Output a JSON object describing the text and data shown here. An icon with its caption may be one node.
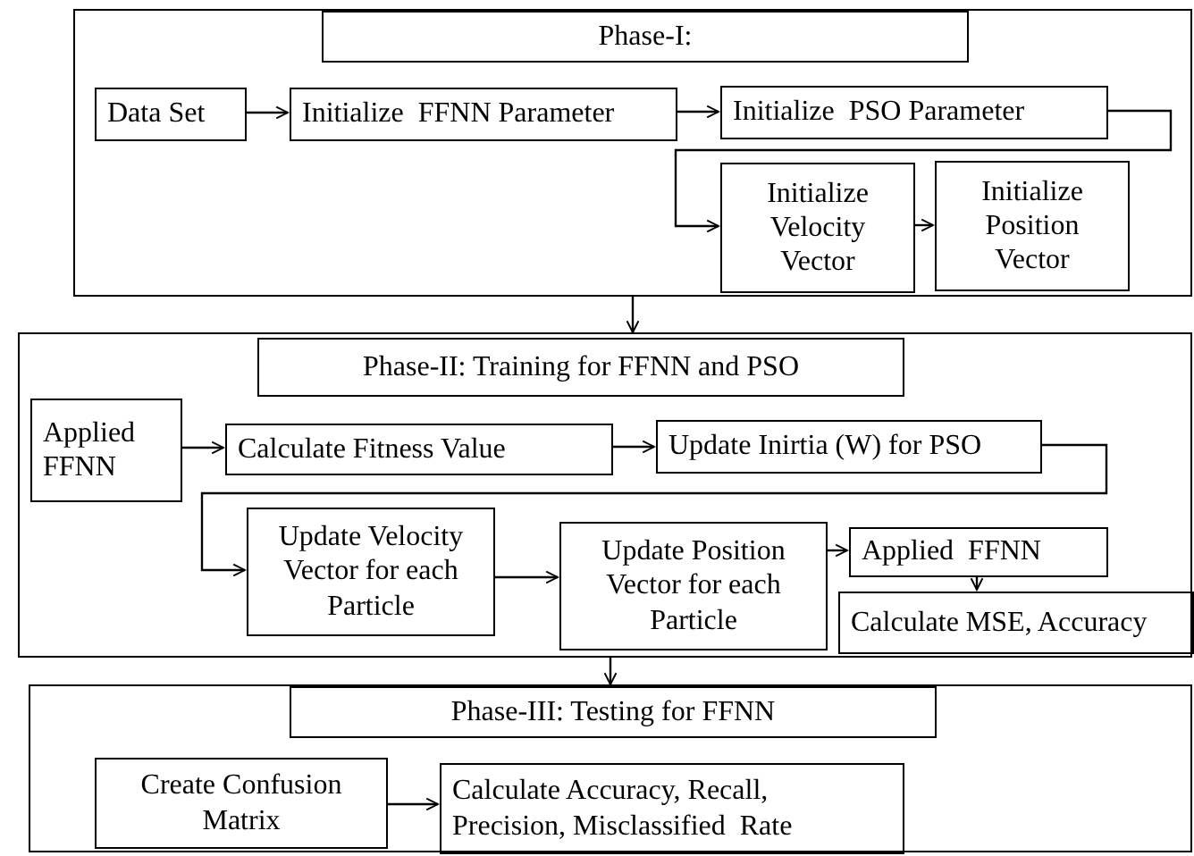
{
  "diagram": {
    "nodes": [
      {
        "text": [],
        "shape": "box"
      },
      {
        "text": [
          "Phase-I:"
        ],
        "in": 0
      },
      {
        "text": [
          "Data Set"
        ],
        "in": 0
      },
      {
        "text": [
          "Initialize  FFNN Parameter"
        ],
        "in": 0
      },
      {
        "text": [
          "Initialize  PSO Parameter"
        ],
        "in": 0
      },
      {
        "text": [
          "Initialize Velocity Vector"
        ],
        "in": 0
      },
      {
        "text": [
          "Initialize Position Vector"
        ],
        "in": 0
      },
      {
        "text": [],
        "shape": "box"
      },
      {
        "text": [
          "Phase-II: Training for FFNN and PSO"
        ],
        "in": 7
      },
      {
        "text": [
          "Applied FFNN"
        ],
        "in": 7
      },
      {
        "text": [
          "Calculate Fitness Value"
        ],
        "in": 7
      },
      {
        "text": [
          "Update Inirtia (W) for PSO"
        ],
        "in": 7
      },
      {
        "text": [
          "Update Velocity Vector for each Particle"
        ],
        "in": 7
      },
      {
        "text": [
          "Update Position Vector for each Particle"
        ],
        "in": 7
      },
      {
        "text": [
          "Applied  FFNN"
        ],
        "in": 7
      },
      {
        "text": [
          "Calculate MSE, Accuracy"
        ],
        "in": 7
      },
      {
        "text": [],
        "shape": "box"
      },
      {
        "text": [
          "Phase-III: Testing for FFNN"
        ],
        "in": 16
      },
      {
        "text": [
          "Create Confusion Matrix"
        ],
        "in": 16
      },
      {
        "text": [
          "Calculate Accuracy, Recall, Precision, Misclassified  Rate"
        ],
        "in": 16
      }
    ],
    "edges": [
      {
        "from": 2,
        "to": 3,
        "arrow": "to"
      },
      {
        "from": 3,
        "to": 4,
        "arrow": "to"
      },
      {
        "from": 4,
        "to": 5,
        "arrow": "to"
      },
      {
        "from": 5,
        "to": 6,
        "arrow": "to"
      },
      {
        "from": 0,
        "to": 7,
        "arrow": "to"
      },
      {
        "from": 9,
        "to": 10,
        "arrow": "to"
      },
      {
        "from": 10,
        "to": 11,
        "arrow": "to"
      },
      {
        "from": 11,
        "to": 12,
        "arrow": "to"
      },
      {
        "from": 12,
        "to": 13,
        "arrow": "to"
      },
      {
        "from": 13,
        "to": 14,
        "arrow": "to"
      },
      {
        "from": 14,
        "to": 15,
        "arrow": "to"
      },
      {
        "from": 7,
        "to": 16,
        "arrow": "to"
      },
      {
        "from": 18,
        "to": 19,
        "arrow": "to"
      }
    ]
  }
}
